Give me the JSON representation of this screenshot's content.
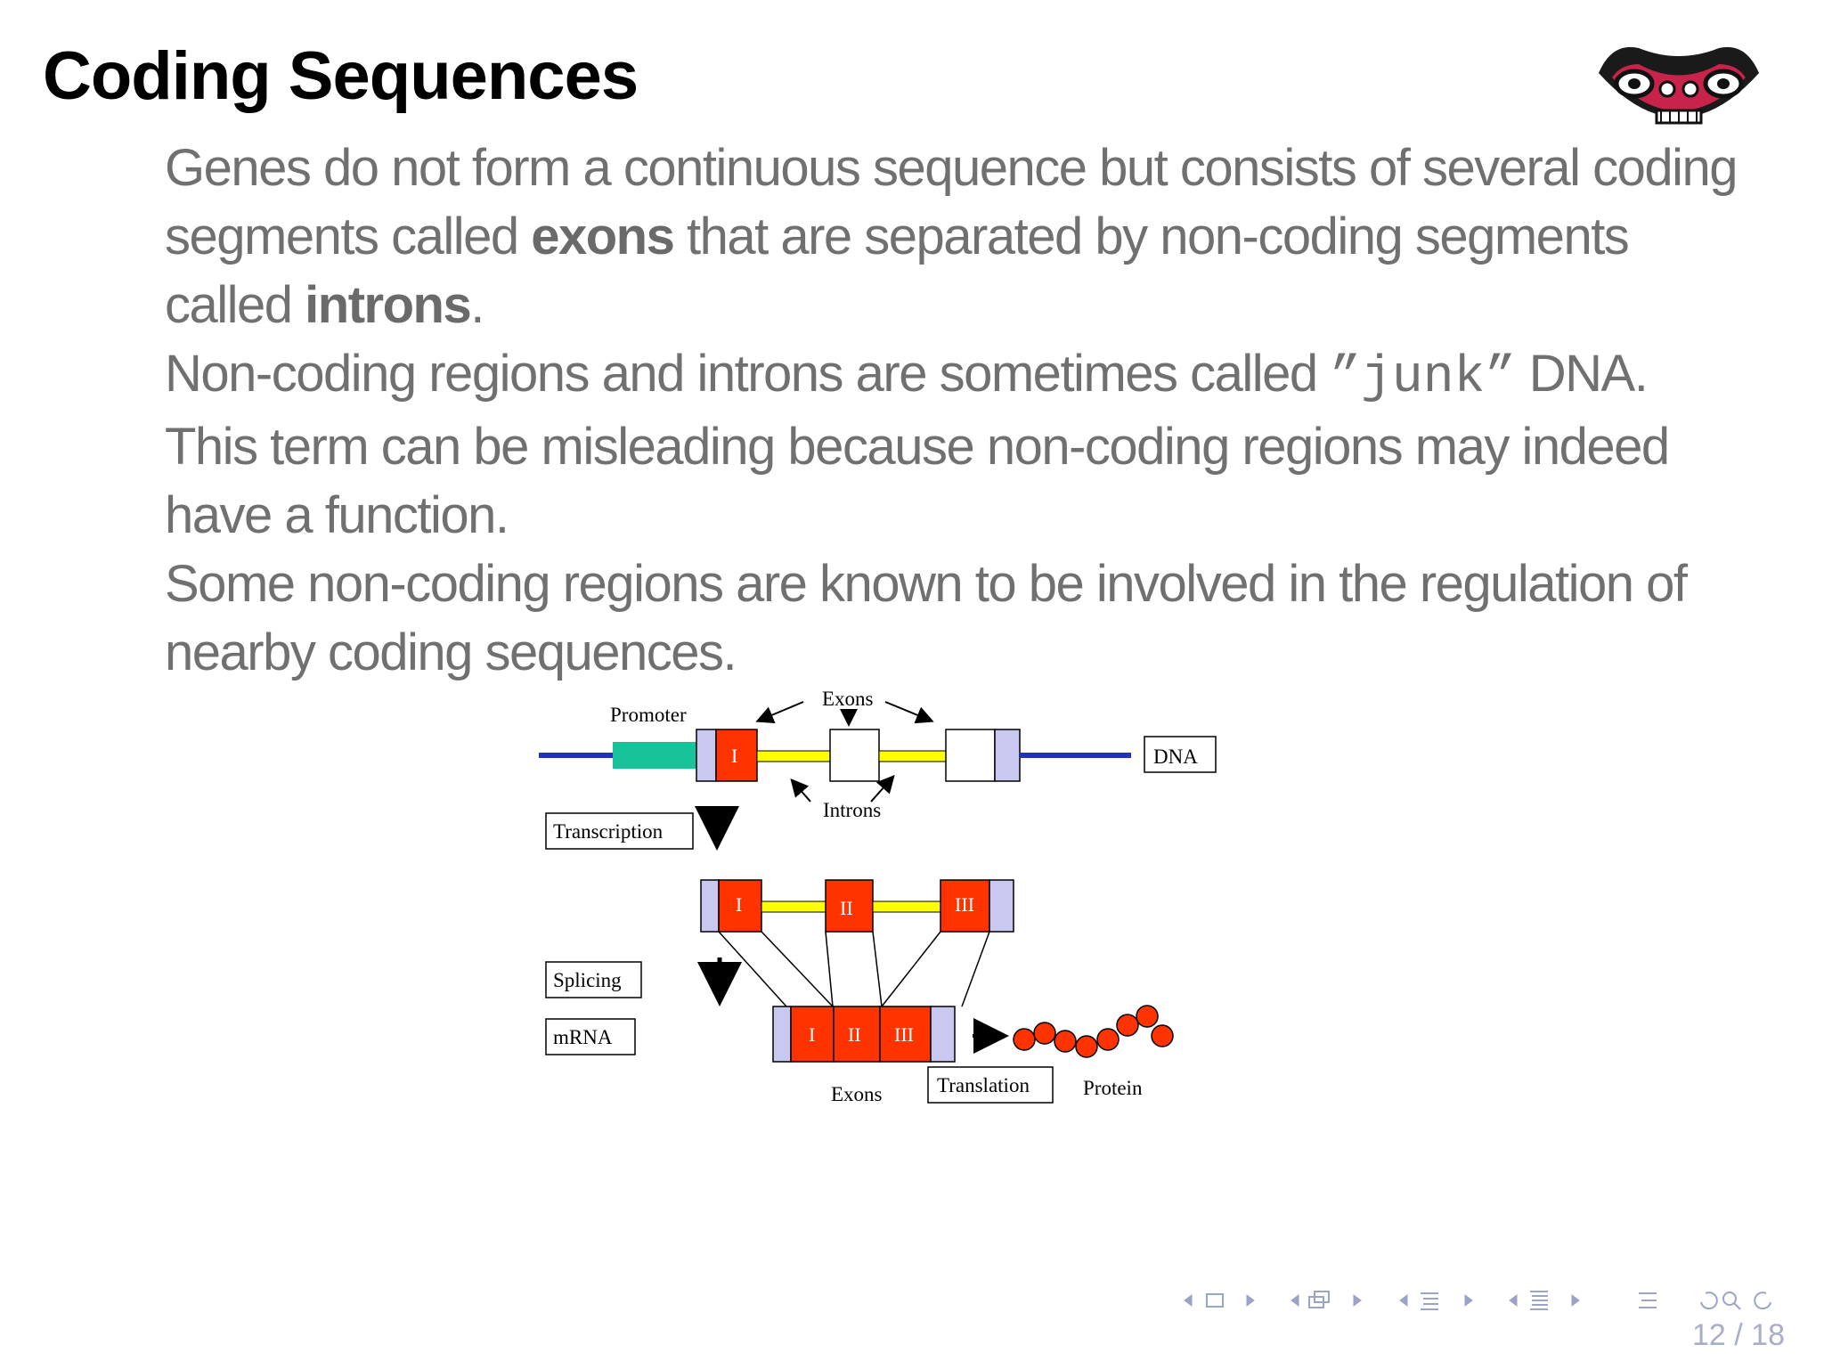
{
  "slide": {
    "title": "Coding Sequences",
    "page_current": "12",
    "page_total": "18"
  },
  "body": {
    "p1_a": "Genes do not form a continuous sequence but consists of several coding segments called ",
    "p1_exons": "exons",
    "p1_b": " that are separated by non-coding segments called ",
    "p1_introns": "introns",
    "p1_c": ".",
    "p2_a": "Non-coding regions and introns are sometimes called ",
    "p2_junk": "”junk”",
    "p2_b": " DNA.",
    "p3": "This term can be misleading because non-coding regions may indeed have a function.",
    "p4": "Some non-coding regions are known to be involved in the regulation of nearby coding sequences."
  },
  "diagram": {
    "label_promoter": "Promoter",
    "label_exons_top": "Exons",
    "label_introns": "Introns",
    "label_dna": "DNA",
    "label_transcription": "Transcription",
    "label_splicing": "Splicing",
    "label_mrna": "mRNA",
    "label_exons_bottom": "Exons",
    "label_translation": "Translation",
    "label_protein": "Protein",
    "exon_1": "I",
    "exon_2": "II",
    "exon_3": "III",
    "colors": {
      "exon": "#ff3300",
      "intron": "#ffff00",
      "promoter": "#16c39a",
      "dna_line": "#2233bb",
      "utr": "#c8c8f0"
    }
  },
  "nav": {
    "icons": [
      "nav-prev-arrow",
      "frame-icon",
      "nav-next-arrow",
      "nav-prev-arrow",
      "subsection-icon",
      "nav-next-arrow",
      "nav-prev-arrow",
      "section-icon",
      "nav-next-arrow",
      "nav-prev-arrow",
      "presentation-icon",
      "nav-next-arrow",
      "list-icon",
      "back-icon",
      "search-icon",
      "forward-icon"
    ]
  }
}
